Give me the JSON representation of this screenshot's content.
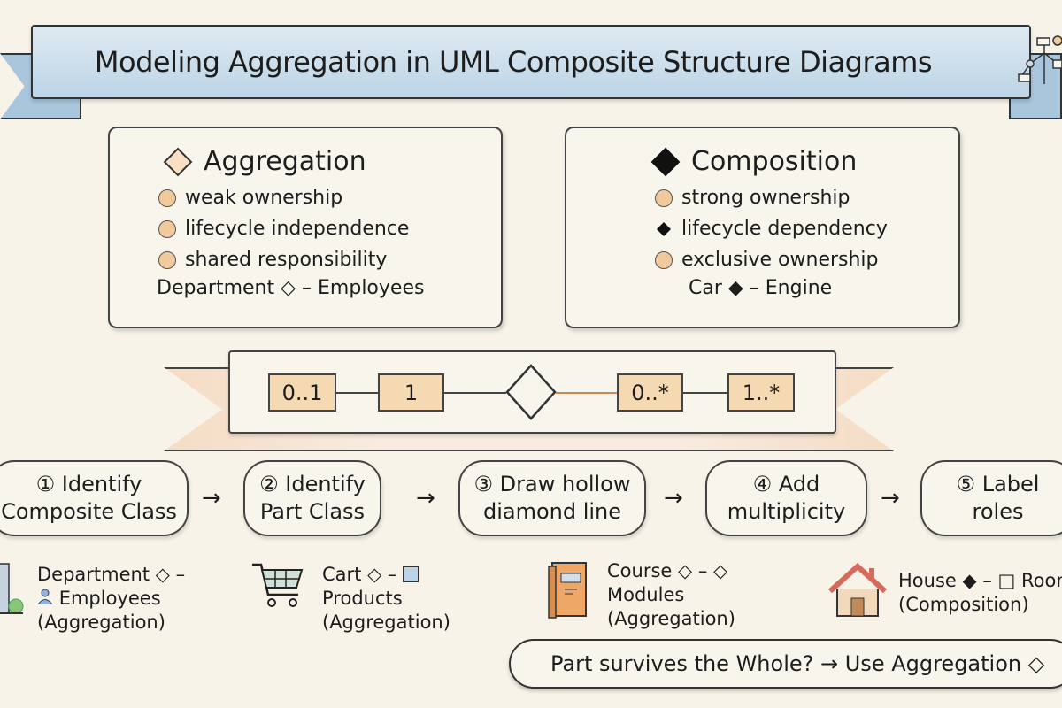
{
  "title": "Modeling Aggregation in UML Composite Structure Diagrams",
  "colors": {
    "background": "#f7f3e8",
    "title_banner": "#bcd4e6",
    "accent_peach": "#f5d9b3",
    "ink": "#1d1d1d"
  },
  "aggregation": {
    "heading": "Aggregation",
    "icon": "hollow-diamond-icon",
    "items": [
      "weak ownership",
      "lifecycle independence",
      "shared responsibility"
    ],
    "example": "Department ◇ – Employees"
  },
  "composition": {
    "heading": "Composition",
    "icon": "filled-diamond-icon",
    "items": [
      {
        "text": "strong ownership",
        "bullet": "dot"
      },
      {
        "text": "lifecycle dependency",
        "bullet": "filled-diamond"
      },
      {
        "text": "exclusive ownership",
        "bullet": "dot"
      }
    ],
    "example": "Car ◆ – Engine"
  },
  "multiplicity": [
    "0..1",
    "1",
    "0..*",
    "1..*"
  ],
  "steps": [
    {
      "num": "①",
      "line1": "Identify",
      "line2": "Composite Class"
    },
    {
      "num": "②",
      "line1": "Identify",
      "line2": "Part Class"
    },
    {
      "num": "③",
      "line1": "Draw hollow",
      "line2": "diamond line"
    },
    {
      "num": "④",
      "line1": "Add",
      "line2": "multiplicity"
    },
    {
      "num": "⑤",
      "line1": "Label",
      "line2": "roles"
    }
  ],
  "examples": [
    {
      "icon": "building-icon",
      "line1": "Department ◇ –",
      "line2": "Employees",
      "line3": "(Aggregation)"
    },
    {
      "icon": "shopping-cart-icon",
      "line1": "Cart ◇ –",
      "line2": "Products",
      "line3": "(Aggregation)"
    },
    {
      "icon": "book-icon",
      "line1": "Course ◇ – ◇",
      "line2": "Modules",
      "line3": "(Aggregation)"
    },
    {
      "icon": "house-icon",
      "line1": "House ◆ – □ Rooms",
      "line2": "(Composition)"
    }
  ],
  "rule": "Part survives the Whole? → Use Aggregation ◇"
}
